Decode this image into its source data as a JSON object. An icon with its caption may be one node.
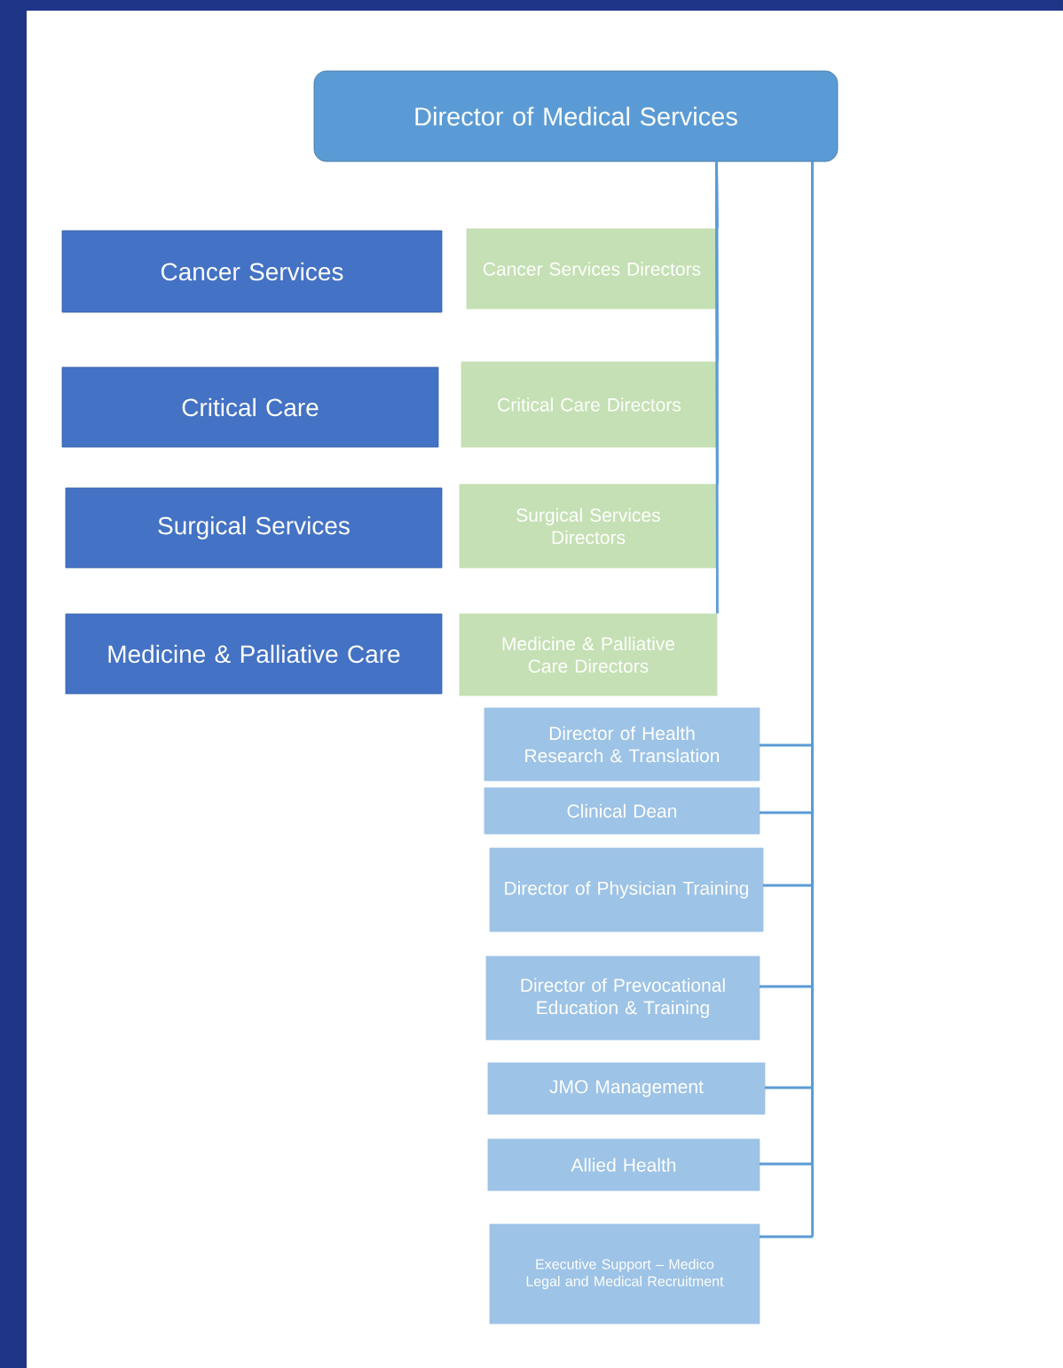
{
  "diagram": {
    "nodes": [
      {
        "text": [
          "Director of Medical Services"
        ]
      },
      {
        "text": [
          "Cancer Services"
        ]
      },
      {
        "text": [
          "Cancer Services Directors"
        ]
      },
      {
        "text": [
          "Critical Care"
        ]
      },
      {
        "text": [
          "Critical Care Directors"
        ]
      },
      {
        "text": [
          "Surgical Services"
        ]
      },
      {
        "text": [
          "Surgical Services Directors"
        ]
      },
      {
        "text": [
          "Medicine & Palliative Care"
        ]
      },
      {
        "text": [
          "Medicine & Palliative Care Directors"
        ]
      },
      {
        "text": [
          "Director of Health Research & Translation"
        ]
      },
      {
        "text": [
          "Clinical Dean"
        ]
      },
      {
        "text": [
          "Director of Physician Training"
        ]
      },
      {
        "text": [
          "Director of Prevocational Education & Training"
        ]
      },
      {
        "text": [
          "JMO Management"
        ]
      },
      {
        "text": [
          "Allied Health"
        ]
      },
      {
        "text": [
          "Executive Support – Medico Legal and Medical Recruitment"
        ]
      }
    ],
    "edges": [
      {
        "from": 0,
        "to": 2,
        "arrow": "none"
      },
      {
        "from": 0,
        "to": 4,
        "arrow": "none"
      },
      {
        "from": 0,
        "to": 6,
        "arrow": "none"
      },
      {
        "from": 0,
        "to": 8,
        "arrow": "none"
      },
      {
        "from": 0,
        "to": 9,
        "arrow": "none"
      },
      {
        "from": 0,
        "to": 10,
        "arrow": "none"
      },
      {
        "from": 0,
        "to": 11,
        "arrow": "none"
      },
      {
        "from": 0,
        "to": 12,
        "arrow": "none"
      },
      {
        "from": 0,
        "to": 13,
        "arrow": "none"
      },
      {
        "from": 0,
        "to": 14,
        "arrow": "none"
      },
      {
        "from": 0,
        "to": 15,
        "arrow": "none"
      }
    ]
  }
}
